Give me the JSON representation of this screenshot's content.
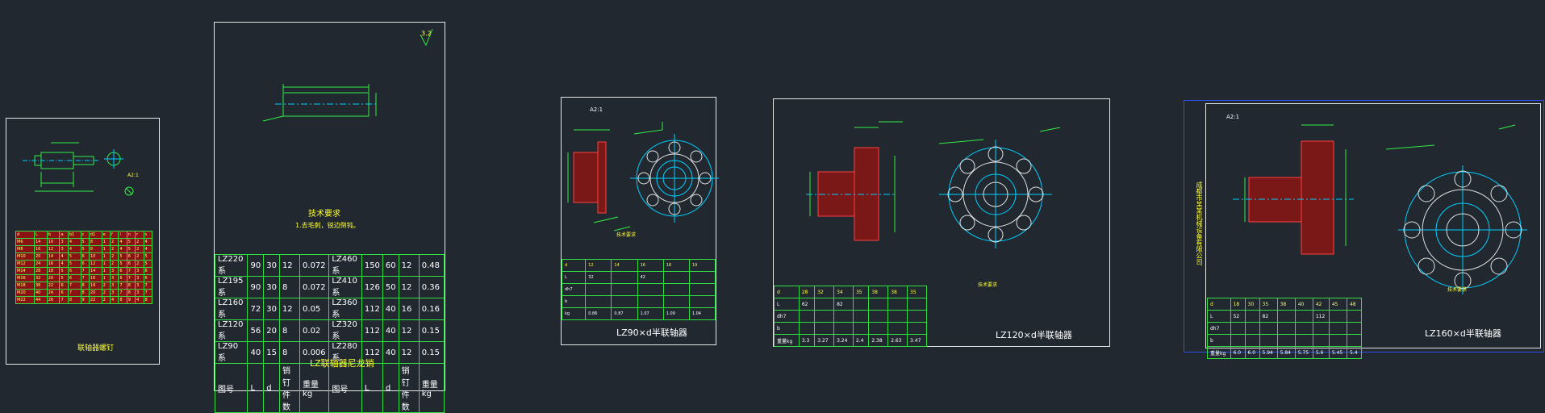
{
  "colors": {
    "background": "#212830",
    "frame": "#e8e8e8",
    "dim": "#33ee44",
    "text": "#ffff33",
    "hatch": "#b02020",
    "center": "#00d0ff",
    "selected": "#2a4ee8"
  },
  "sheet1": {
    "title": "联轴器螺钉",
    "scale": "A2:1"
  },
  "sheet2": {
    "roughness": "3.2",
    "tech_heading": "技术要求",
    "tech_note": "1.去毛刺，锐边倒钝。",
    "title": "LZ联轴器尼龙销",
    "rows": [
      [
        "LZ220系",
        "90",
        "30",
        "12",
        "0.072",
        "LZ460系",
        "150",
        "60",
        "12",
        "0.48"
      ],
      [
        "LZ195系",
        "90",
        "30",
        "8",
        "0.072",
        "LZ410系",
        "126",
        "50",
        "12",
        "0.36"
      ],
      [
        "LZ160系",
        "72",
        "30",
        "12",
        "0.05",
        "LZ360系",
        "112",
        "40",
        "16",
        "0.16"
      ],
      [
        "LZ120系",
        "56",
        "20",
        "8",
        "0.02",
        "LZ320系",
        "112",
        "40",
        "12",
        "0.15"
      ],
      [
        "LZ90系",
        "40",
        "15",
        "8",
        "0.006",
        "LZ280系",
        "112",
        "40",
        "12",
        "0.15"
      ],
      [
        "图号",
        "L",
        "d",
        "销钉件数",
        "重量kg",
        "图号",
        "L",
        "d",
        "销钉件数",
        "重量kg"
      ]
    ]
  },
  "sheet3": {
    "title": "LZ90×d半联轴器",
    "scale": "A2:1",
    "tech_heading": "技术要求"
  },
  "sheet4": {
    "title": "LZ120×d半联轴器",
    "tech_heading": "技术要求",
    "table_head": [
      "d",
      "28",
      "32",
      "34",
      "35",
      "38",
      "38",
      "35"
    ],
    "table_rows": [
      [
        "L",
        "62",
        "",
        "82",
        "",
        "",
        "",
        ""
      ],
      [
        "dh7",
        "",
        "",
        "",
        "",
        "",
        "",
        ""
      ],
      [
        "b",
        "",
        "",
        "",
        "",
        "",
        "",
        ""
      ],
      [
        "重量kg",
        "3.3",
        "3.27",
        "3.24",
        "2.4",
        "2.38",
        "2.63",
        "3.47"
      ]
    ]
  },
  "sheet5": {
    "title": "LZ160×d半联轴器",
    "scale": "A2:1",
    "company": "成都市某某机械设备有限公司",
    "tech_heading": "技术要求",
    "table_head": [
      "d",
      "18",
      "30",
      "35",
      "38",
      "40",
      "42",
      "45",
      "48"
    ],
    "table_rows": [
      [
        "L",
        "52",
        "",
        "82",
        "",
        "",
        "112",
        "",
        ""
      ],
      [
        "dh7",
        "",
        "",
        "",
        "",
        "",
        "",
        "",
        ""
      ],
      [
        "b",
        "",
        "",
        "",
        "",
        "",
        "",
        "",
        ""
      ],
      [
        "重量kg",
        "6.0",
        "6.0",
        "5.94",
        "5.84",
        "5.75",
        "5.6",
        "5.45",
        "5.4"
      ]
    ]
  }
}
